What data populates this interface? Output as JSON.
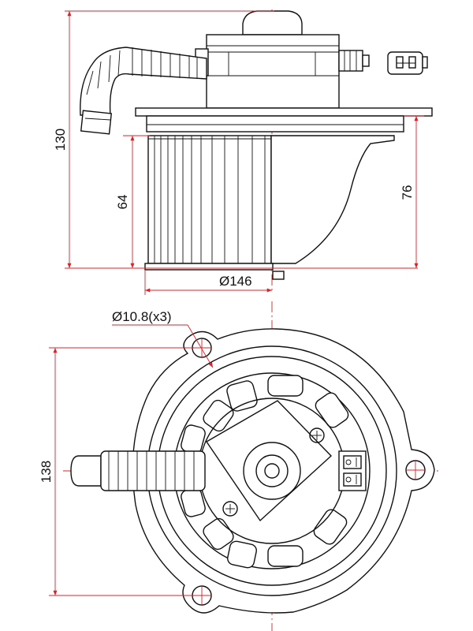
{
  "drawing": {
    "side_view": {
      "height_total": "130",
      "height_housing": "64",
      "height_right": "76",
      "diameter": "Ø146"
    },
    "bottom_view": {
      "hole_callout": "Ø10.8(x3)",
      "height_flange": "138"
    }
  },
  "colors": {
    "lines": "#111111",
    "dimensions": "#d8232a",
    "background": "#ffffff"
  }
}
